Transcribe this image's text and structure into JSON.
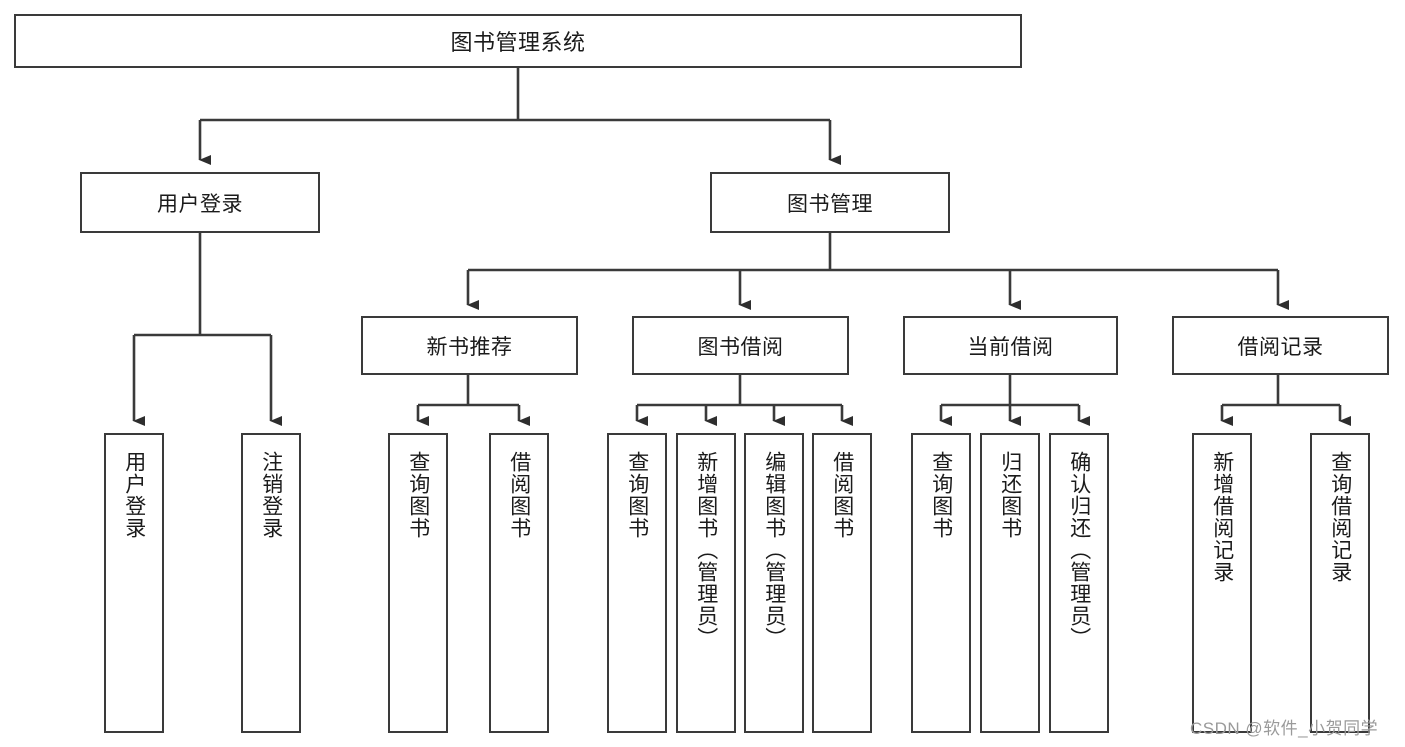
{
  "diagram": {
    "type": "tree-hierarchy-chart",
    "title": "图书管理系统",
    "colors": {
      "box_border": "#3a3a3a",
      "box_fill": "#ffffff",
      "connector": "#3a3a3a",
      "text": "#1b1b1b",
      "watermark": "#9a9a9a",
      "background": "#ffffff"
    },
    "root": {
      "id": "root",
      "label": "图书管理系统"
    },
    "level2": [
      {
        "id": "user-login",
        "label": "用户登录"
      },
      {
        "id": "book-manage",
        "label": "图书管理"
      }
    ],
    "level3": [
      {
        "id": "new-book-recommend",
        "label": "新书推荐",
        "parent": "book-manage"
      },
      {
        "id": "book-borrow",
        "label": "图书借阅",
        "parent": "book-manage"
      },
      {
        "id": "current-borrow",
        "label": "当前借阅",
        "parent": "book-manage"
      },
      {
        "id": "borrow-record",
        "label": "借阅记录",
        "parent": "book-manage"
      }
    ],
    "leaves": {
      "user_login": [
        {
          "id": "leaf-user-login",
          "label": "用户登录"
        },
        {
          "id": "leaf-user-logout",
          "label": "注销登录"
        }
      ],
      "new_book_recommend": [
        {
          "id": "leaf-query-book-1",
          "label": "查询图书"
        },
        {
          "id": "leaf-borrow-book-1",
          "label": "借阅图书"
        }
      ],
      "book_borrow": [
        {
          "id": "leaf-query-book-2",
          "label": "查询图书"
        },
        {
          "id": "leaf-add-book",
          "label": "新增图书（管理员）"
        },
        {
          "id": "leaf-edit-book",
          "label": "编辑图书（管理员）"
        },
        {
          "id": "leaf-borrow-book-2",
          "label": "借阅图书"
        }
      ],
      "current_borrow": [
        {
          "id": "leaf-query-book-3",
          "label": "查询图书"
        },
        {
          "id": "leaf-return-book",
          "label": "归还图书"
        },
        {
          "id": "leaf-confirm-return",
          "label": "确认归还（管理员）"
        }
      ],
      "borrow_record": [
        {
          "id": "leaf-add-record",
          "label": "新增借阅记录"
        },
        {
          "id": "leaf-query-record",
          "label": "查询借阅记录"
        }
      ]
    }
  },
  "watermark": {
    "text": "CSDN @软件_小贺同学"
  }
}
